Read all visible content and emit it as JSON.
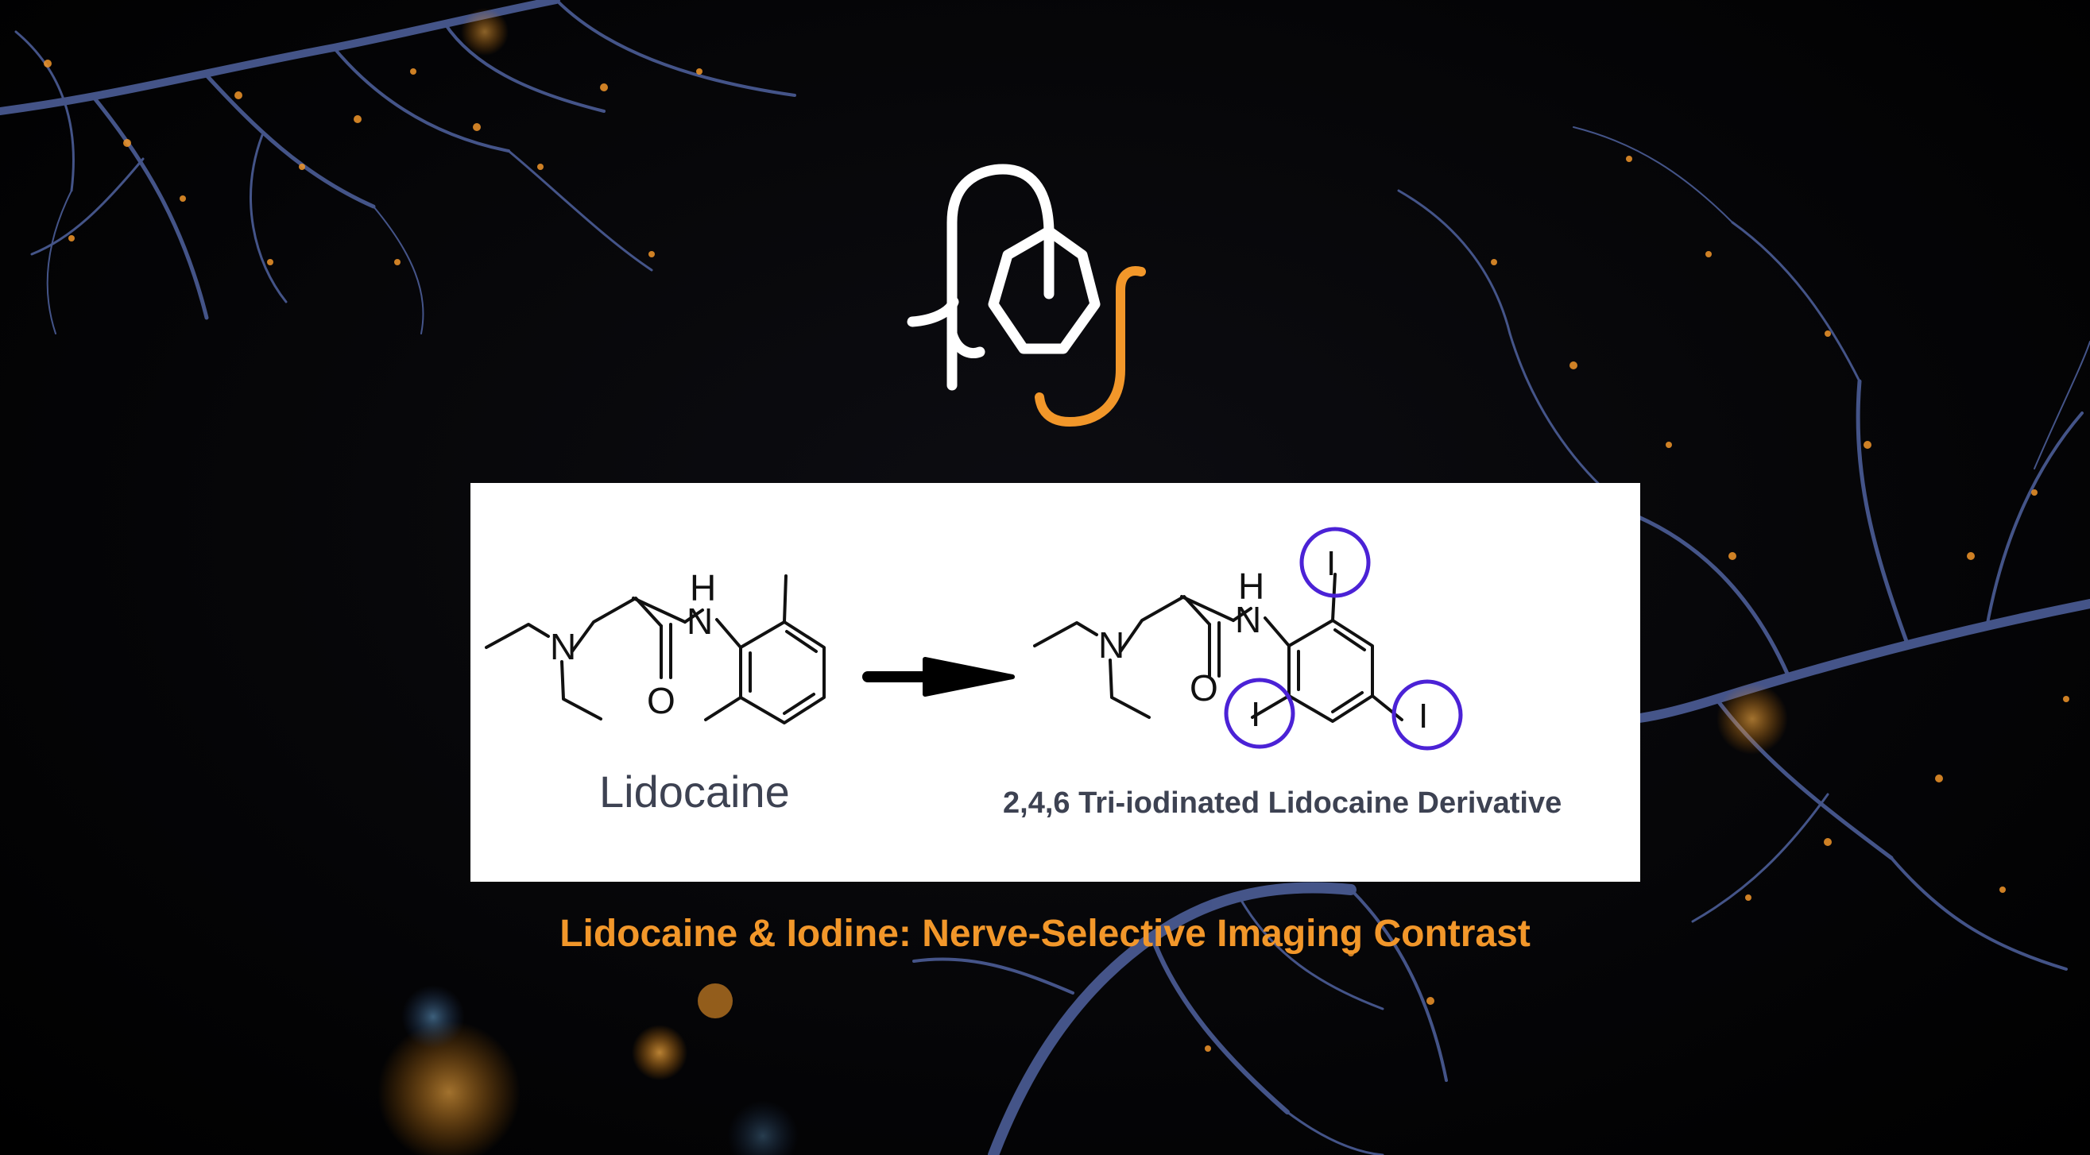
{
  "colors": {
    "background": "#050507",
    "accent_orange": "#f2972a",
    "branch_blue": "#5a6fb4",
    "iodine_circle": "#4b22d6",
    "label_text": "#3d4252"
  },
  "icons": [
    "logo-mark-icon",
    "reaction-arrow-icon"
  ],
  "diagram": {
    "left_molecule": {
      "label": "Lidocaine",
      "atoms": {
        "n": "N",
        "nh_h": "H",
        "nh_n": "N",
        "o": "O"
      }
    },
    "right_molecule": {
      "label": "2,4,6 Tri-iodinated Lidocaine Derivative",
      "atoms": {
        "n": "N",
        "nh_h": "H",
        "nh_n": "N",
        "o": "O",
        "iodine_top": "I",
        "iodine_left": "I",
        "iodine_right": "I"
      }
    }
  },
  "caption": "Lidocaine & Iodine: Nerve-Selective Imaging Contrast"
}
